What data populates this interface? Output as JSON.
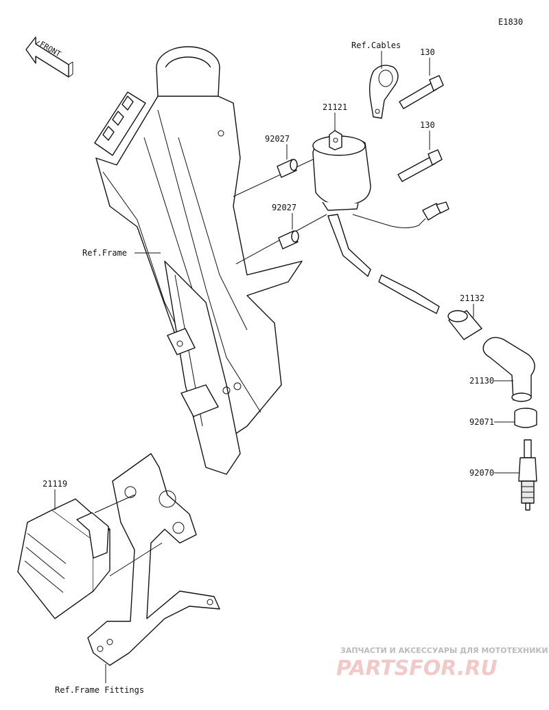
{
  "diagram": {
    "code": "E1830",
    "front_label": "FRONT",
    "labels": {
      "ref_cables": "Ref.Cables",
      "ref_frame": "Ref.Frame",
      "ref_frame_fittings": "Ref.Frame Fittings",
      "p130_top": "130",
      "p130_mid": "130",
      "p21121": "21121",
      "p92027_top": "92027",
      "p92027_bot": "92027",
      "p21132": "21132",
      "p21130": "21130",
      "p92071": "92071",
      "p92070": "92070",
      "p21119": "21119"
    }
  },
  "watermark": {
    "tagline": "ЗАПЧАСТИ И АКСЕССУАРЫ ДЛЯ МОТОТЕХНИКИ",
    "logo": "partsfor.ru",
    "color": "#e05050"
  }
}
